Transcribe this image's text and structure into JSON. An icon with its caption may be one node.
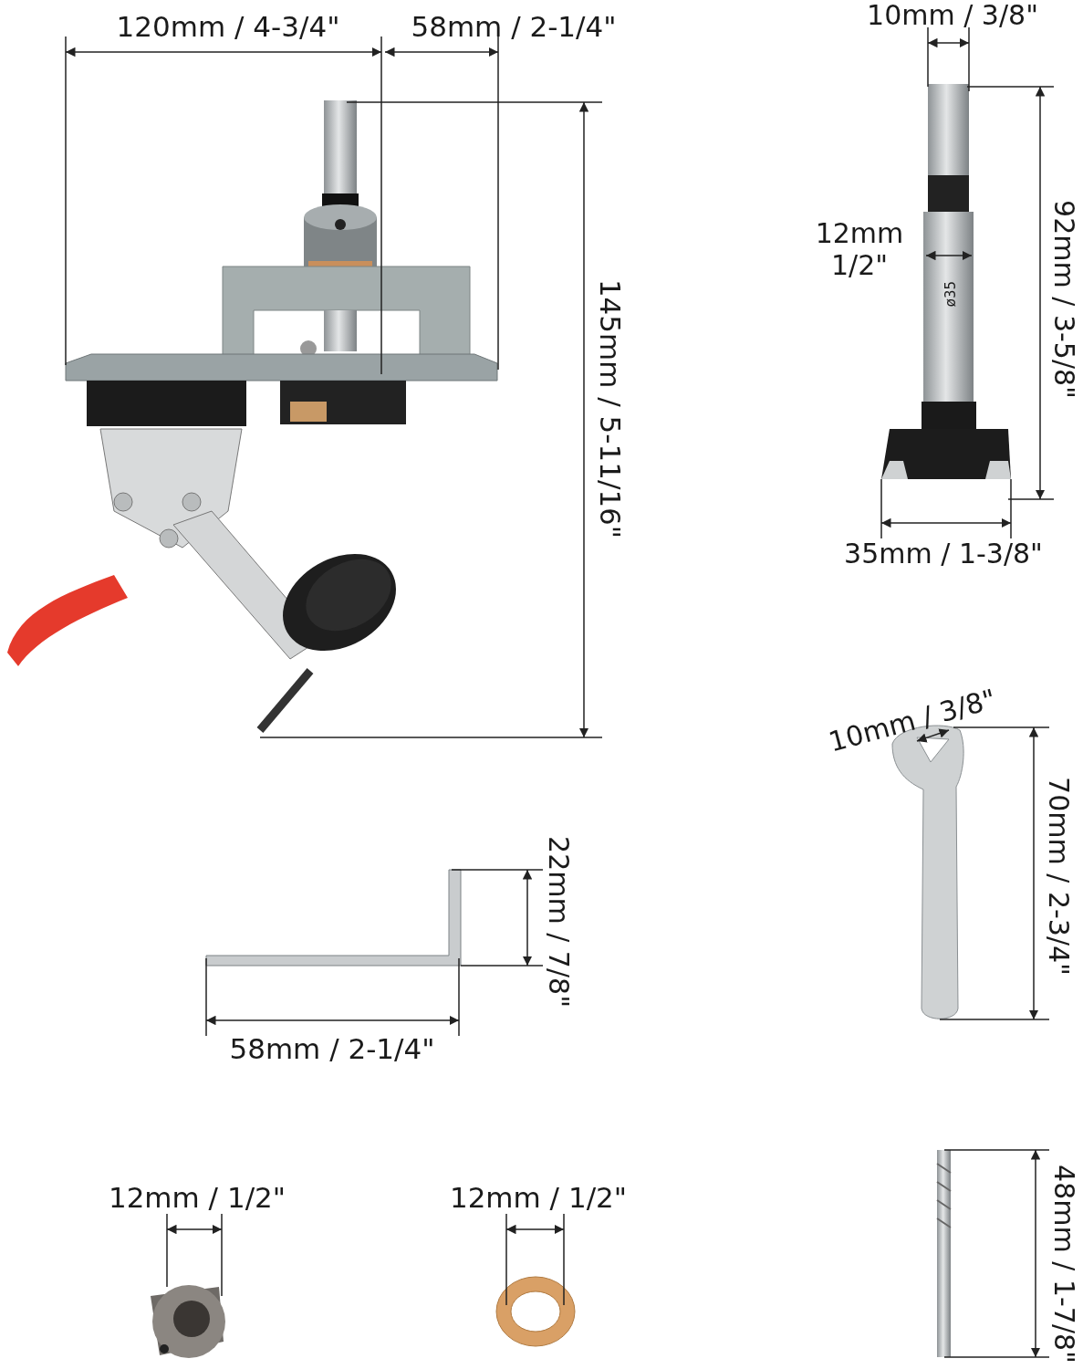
{
  "diagram": {
    "labels": [
      "120mm / 4-3/4\"",
      "58mm / 2-1/4\"",
      "10mm / 3/8\"",
      "145mm / 5-11/16\"",
      "12mm 1/2\"",
      "ø35",
      "92mm / 3-5/8\"",
      "35mm / 1-3/8\"",
      "10mm / 3/8\"",
      "70mm / 2-3/4\"",
      "22mm / 7/8\"",
      "58mm / 2-1/4\"",
      "12mm / 1/2\"",
      "12mm / 1/2\"",
      "48mm / 1-7/8\""
    ]
  }
}
